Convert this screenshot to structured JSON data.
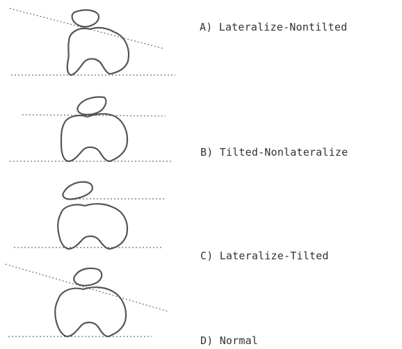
{
  "panels": [
    {
      "id": "a",
      "label": "A) Lateralize-Nontilted"
    },
    {
      "id": "b",
      "label": "B) Tilted-Nonlateralize"
    },
    {
      "id": "c",
      "label": "C) Lateralize-Tilted"
    },
    {
      "id": "d",
      "label": "D) Normal"
    }
  ]
}
